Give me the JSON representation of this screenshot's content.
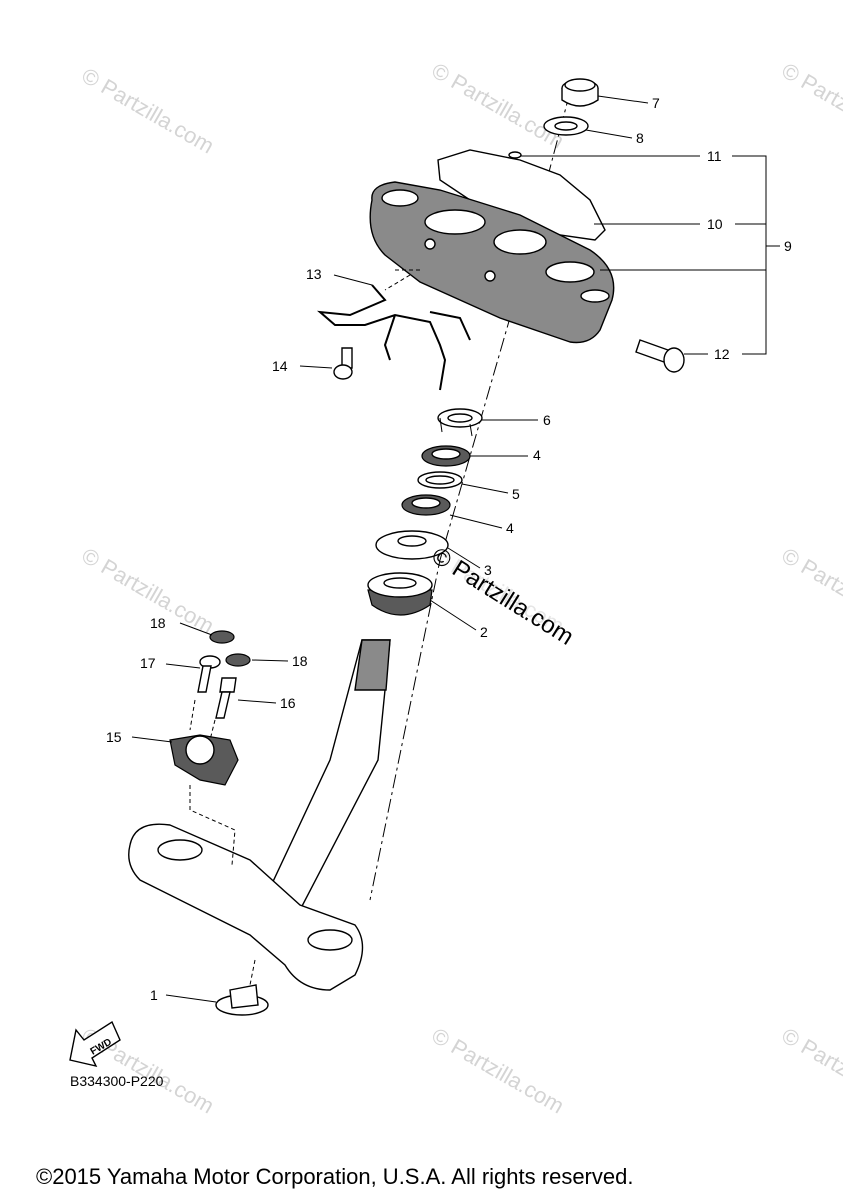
{
  "watermarks": [
    "© Partzilla.com",
    "© Partzilla.com",
    "© Partzilla.com",
    "© Partzilla.com",
    "© Partzilla.com",
    "© Partzilla.com",
    "© Partzilla.com",
    "© Partzilla.com",
    "© Partzilla.com"
  ],
  "center_watermark": "© Partzilla.com",
  "callouts": {
    "c1": "1",
    "c2": "2",
    "c3": "3",
    "c4a": "4",
    "c4b": "4",
    "c5": "5",
    "c6": "6",
    "c7": "7",
    "c8": "8",
    "c9": "9",
    "c10": "10",
    "c11": "11",
    "c12": "12",
    "c13": "13",
    "c14": "14",
    "c15": "15",
    "c16": "16",
    "c17": "17",
    "c18a": "18",
    "c18b": "18"
  },
  "fwd_label": "FWD",
  "diagram_code": "B334300-P220",
  "copyright": "©2015 Yamaha Motor Corporation, U.S.A. All rights reserved."
}
